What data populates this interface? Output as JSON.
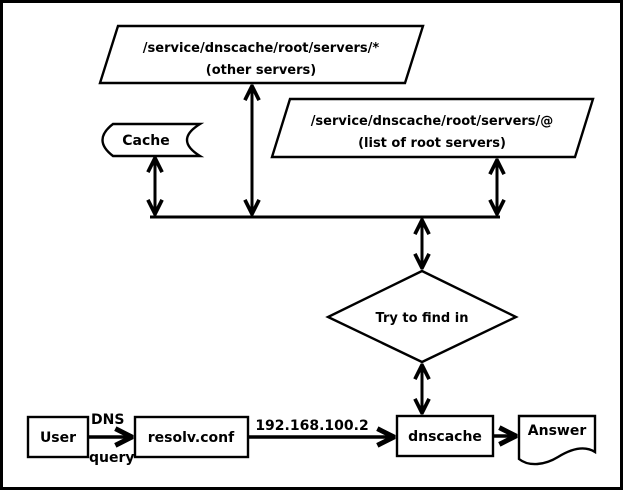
{
  "canvas": {
    "background": "#ffffff",
    "line_color": "#000000",
    "fill_color": "#ffffff"
  },
  "nodes": {
    "other_servers": {
      "shape": "parallelogram",
      "line1": "/service/dnscache/root/servers/*",
      "line2": "(other servers)"
    },
    "root_servers": {
      "shape": "parallelogram",
      "line1": "/service/dnscache/root/servers/@",
      "line2": "(list of root servers)"
    },
    "cache": {
      "shape": "stored-data",
      "label": "Cache"
    },
    "decision": {
      "shape": "diamond",
      "label": "Try to find in"
    },
    "user": {
      "shape": "rect",
      "label": "User"
    },
    "resolv_conf": {
      "shape": "rect",
      "label": "resolv.conf"
    },
    "dnscache": {
      "shape": "rect",
      "label": "dnscache"
    },
    "answer": {
      "shape": "document",
      "label": "Answer"
    }
  },
  "edge_labels": {
    "dns": "DNS",
    "query": "query",
    "ip": "192.168.100.2"
  }
}
